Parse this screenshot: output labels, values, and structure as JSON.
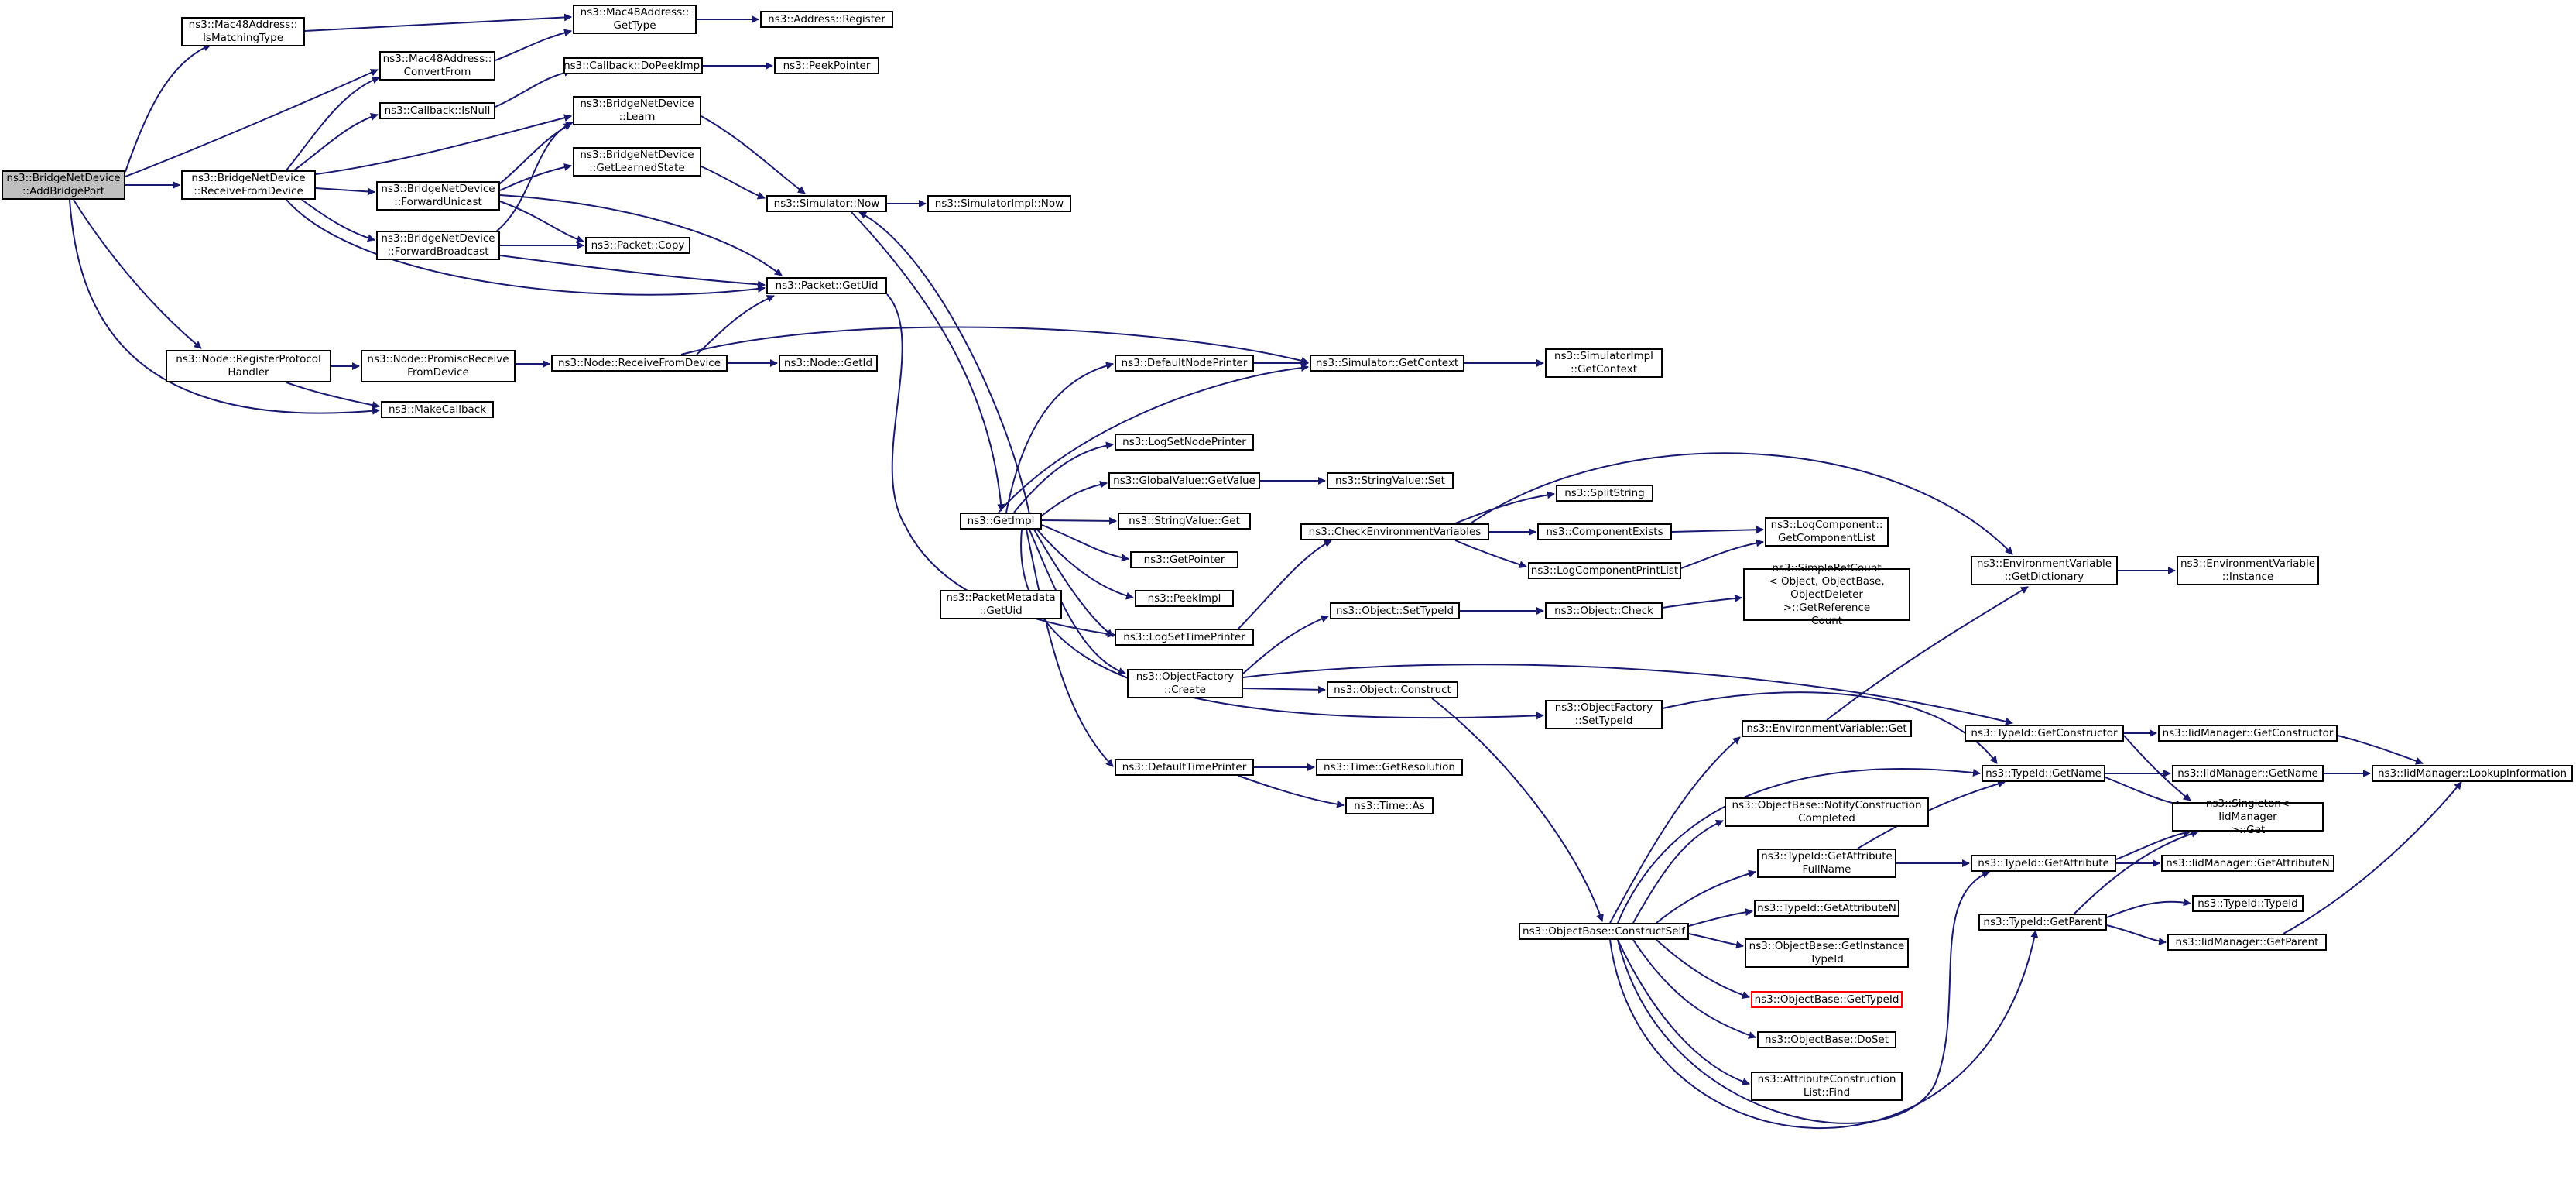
{
  "colors": {
    "edge": "#191970",
    "node_border": "#000000",
    "root_fill": "#bfbfbf",
    "undocumented_border": "#ff0000"
  },
  "nodes": {
    "addbridgeport": "ns3::BridgeNetDevice\n::AddBridgePort",
    "ismatchingtype": "ns3::Mac48Address::\nIsMatchingType",
    "mac_gettype": "ns3::Mac48Address::\nGetType",
    "address_register": "ns3::Address::Register",
    "convertfrom": "ns3::Mac48Address::\nConvertFrom",
    "dopeekimpl": "ns3::Callback::DoPeekImpl",
    "peekpointer": "ns3::PeekPointer",
    "isnull": "ns3::Callback::IsNull",
    "learn": "ns3::BridgeNetDevice\n::Learn",
    "receivefromdevice_bridge": "ns3::BridgeNetDevice\n::ReceiveFromDevice",
    "getlearnedstate": "ns3::BridgeNetDevice\n::GetLearnedState",
    "forwardunicast": "ns3::BridgeNetDevice\n::ForwardUnicast",
    "simulator_now": "ns3::Simulator::Now",
    "simimpl_now": "ns3::SimulatorImpl::Now",
    "packet_copy": "ns3::Packet::Copy",
    "forwardbroadcast": "ns3::BridgeNetDevice\n::ForwardBroadcast",
    "packet_getuid": "ns3::Packet::GetUid",
    "registerprotocolhandler": "ns3::Node::RegisterProtocol\nHandler",
    "promiscreceive": "ns3::Node::PromiscReceive\nFromDevice",
    "node_receivefromdevice": "ns3::Node::ReceiveFromDevice",
    "node_getid": "ns3::Node::GetId",
    "defaultnodeprinter": "ns3::DefaultNodePrinter",
    "simulator_getcontext": "ns3::Simulator::GetContext",
    "simimpl_getcontext": "ns3::SimulatorImpl\n::GetContext",
    "makecallback": "ns3::MakeCallback",
    "logsetnodeprinter": "ns3::LogSetNodePrinter",
    "globalvalue_getvalue": "ns3::GlobalValue::GetValue",
    "stringvalue_set": "ns3::StringValue::Set",
    "splitstring": "ns3::SplitString",
    "getimpl": "ns3::GetImpl",
    "stringvalue_get": "ns3::StringValue::Get",
    "checkenv": "ns3::CheckEnvironmentVariables",
    "componentexists": "ns3::ComponentExists",
    "getcomponentlist": "ns3::LogComponent::\nGetComponentList",
    "getpointer": "ns3::GetPointer",
    "logcomponentprintlist": "ns3::LogComponentPrintList",
    "envvar_getdictionary": "ns3::EnvironmentVariable\n::GetDictionary",
    "envvar_instance": "ns3::EnvironmentVariable\n::Instance",
    "simplerefcount": "ns3::SimpleRefCount\n< Object, ObjectBase,\nObjectDeleter >::GetReference\nCount",
    "peekimpl": "ns3::PeekImpl",
    "packetmetadata_getuid": "ns3::PacketMetadata\n::GetUid",
    "logsettimeprinter": "ns3::LogSetTimePrinter",
    "object_settypeid": "ns3::Object::SetTypeId",
    "object_check": "ns3::Object::Check",
    "objectfactory_create": "ns3::ObjectFactory\n::Create",
    "object_construct": "ns3::Object::Construct",
    "objectfactory_settypeid": "ns3::ObjectFactory\n::SetTypeId",
    "envvar_get": "ns3::EnvironmentVariable::Get",
    "typeid_getconstructor": "ns3::TypeId::GetConstructor",
    "iidmanager_getconstructor": "ns3::IidManager::GetConstructor",
    "defaulttimeprinter": "ns3::DefaultTimePrinter",
    "time_getresolution": "ns3::Time::GetResolution",
    "typeid_getname": "ns3::TypeId::GetName",
    "iidmanager_getname": "ns3::IidManager::GetName",
    "iidmanager_lookupinformation": "ns3::IidManager::LookupInformation",
    "time_as": "ns3::Time::As",
    "singleton_get": "ns3::Singleton< IidManager\n>::Get",
    "notifyconstructioncompleted": "ns3::ObjectBase::NotifyConstruction\nCompleted",
    "getattributefullname": "ns3::TypeId::GetAttribute\nFullName",
    "typeid_getattribute": "ns3::TypeId::GetAttribute",
    "iidmanager_getattributen": "ns3::IidManager::GetAttributeN",
    "typeid_getattributen": "ns3::TypeId::GetAttributeN",
    "typeid_typeid": "ns3::TypeId::TypeId",
    "typeid_getparent": "ns3::TypeId::GetParent",
    "constructself": "ns3::ObjectBase::ConstructSelf",
    "iidmanager_getparent": "ns3::IidManager::GetParent",
    "getinstancetypeid": "ns3::ObjectBase::GetInstance\nTypeId",
    "objectbase_gettypeid": "ns3::ObjectBase::GetTypeId",
    "objectbase_doset": "ns3::ObjectBase::DoSet",
    "attributeconstructionlist_find": "ns3::AttributeConstruction\nList::Find"
  }
}
